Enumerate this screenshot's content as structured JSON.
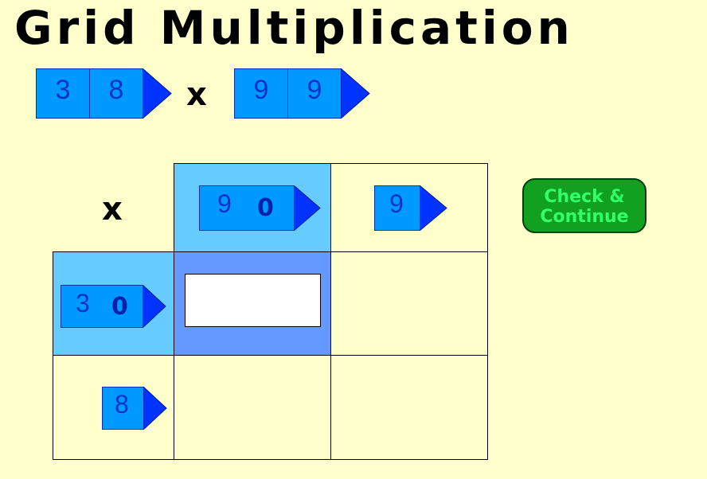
{
  "title": "Grid Multiplication",
  "problem": {
    "multiplicand_digits": [
      "3",
      "8"
    ],
    "operator": "x",
    "multiplier_digits": [
      "9",
      "9"
    ]
  },
  "grid": {
    "corner_operator": "x",
    "top_headers": [
      {
        "digit": "9",
        "zero": "0"
      },
      {
        "digit": "9"
      }
    ],
    "left_headers": [
      {
        "digit": "3",
        "zero": "0"
      },
      {
        "digit": "8"
      }
    ],
    "answer_value": ""
  },
  "check_button": {
    "line1": "Check &",
    "line2": "Continue"
  },
  "colors": {
    "background": "#ffffcc",
    "header_highlight": "#66ccff",
    "active_cell": "#6699ff",
    "digit_box": "#0099ff",
    "arrow": "#0033ff",
    "button": "#11a020",
    "button_text": "#33ff66"
  },
  "icons": {
    "arrow": "right-triangle-arrow-icon"
  }
}
